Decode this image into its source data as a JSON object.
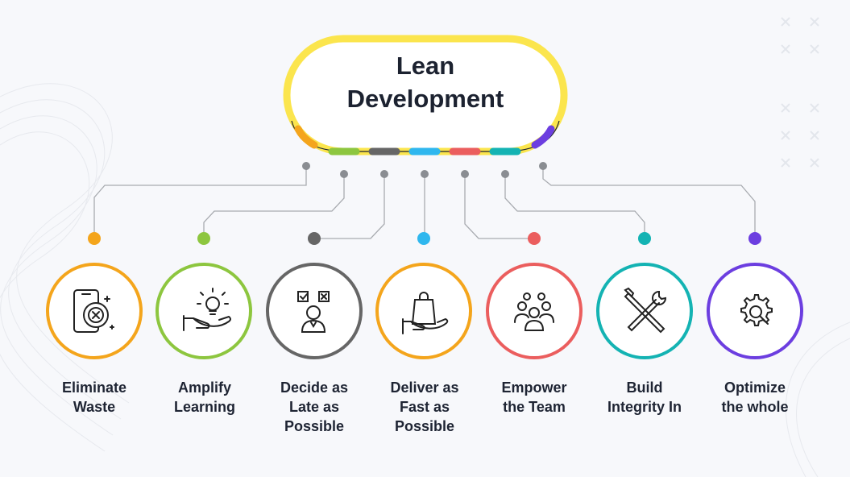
{
  "title": [
    "Lean",
    "Development"
  ],
  "principles": [
    {
      "label": [
        "Eliminate",
        "Waste"
      ],
      "icon": "phone-waste-icon",
      "color": "#f4a51c"
    },
    {
      "label": [
        "Amplify",
        "Learning"
      ],
      "icon": "hand-bulb-icon",
      "color": "#8dc63f"
    },
    {
      "label": [
        "Decide as",
        "Late as",
        "Possible"
      ],
      "icon": "decision-person-icon",
      "color": "#666666"
    },
    {
      "label": [
        "Deliver as",
        "Fast as",
        "Possible"
      ],
      "icon": "hand-bag-icon",
      "color": "#f4a51c"
    },
    {
      "label": [
        "Empower",
        "the Team"
      ],
      "icon": "team-icon",
      "color": "#eb5e5e"
    },
    {
      "label": [
        "Build",
        "Integrity In"
      ],
      "icon": "tools-icon",
      "color": "#14b3b3"
    },
    {
      "label": [
        "Optimize",
        "the whole"
      ],
      "icon": "gear-search-icon",
      "color": "#6c3ee0"
    }
  ],
  "colors": {
    "pill_border": "#fbe54d",
    "segments": [
      "#f4a51c",
      "#8dc63f",
      "#666666",
      "#2fb7ee",
      "#eb5e5e",
      "#14b3b3",
      "#6c3ee0"
    ],
    "dots": [
      "#f4a51c",
      "#8dc63f",
      "#666666",
      "#2fb7ee",
      "#eb5e5e",
      "#14b3b3",
      "#6c3ee0"
    ],
    "connector": "#a8abb0",
    "anchor_dot": "#8a8d92"
  }
}
